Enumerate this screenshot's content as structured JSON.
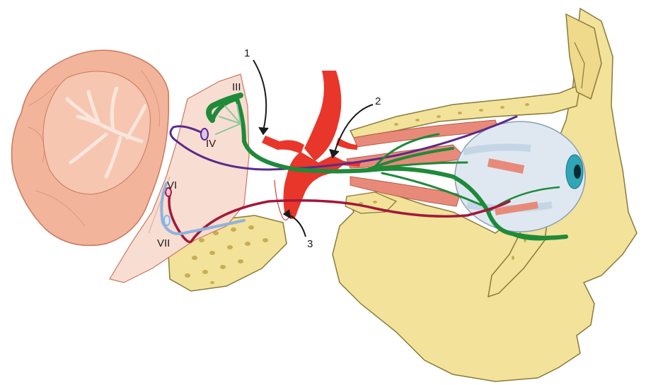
{
  "labels": {
    "callout_1": "1",
    "callout_2": "2",
    "callout_3": "3",
    "nerve_iii": "III",
    "nerve_iv": "IV",
    "nerve_vi": "VI",
    "nerve_vii": "VII"
  },
  "colors": {
    "bone": "#f3e29a",
    "bone_edge": "#8a7a3a",
    "bone_pore": "#c8ad55",
    "cerebellum": "#f2b49a",
    "cerebellum_edge": "#c9785e",
    "cerebellum_white": "#fbe6dc",
    "brainstem": "#f8ddd2",
    "artery": "#e8362a",
    "nerve_green": "#1e8a3a",
    "nerve_purple": "#5a2a8a",
    "nerve_red": "#a3183a",
    "nerve_blue": "#8fb3dd",
    "muscle": "#e88a7a",
    "eye": "#dfe8f0",
    "iris": "#2fa6b8"
  }
}
